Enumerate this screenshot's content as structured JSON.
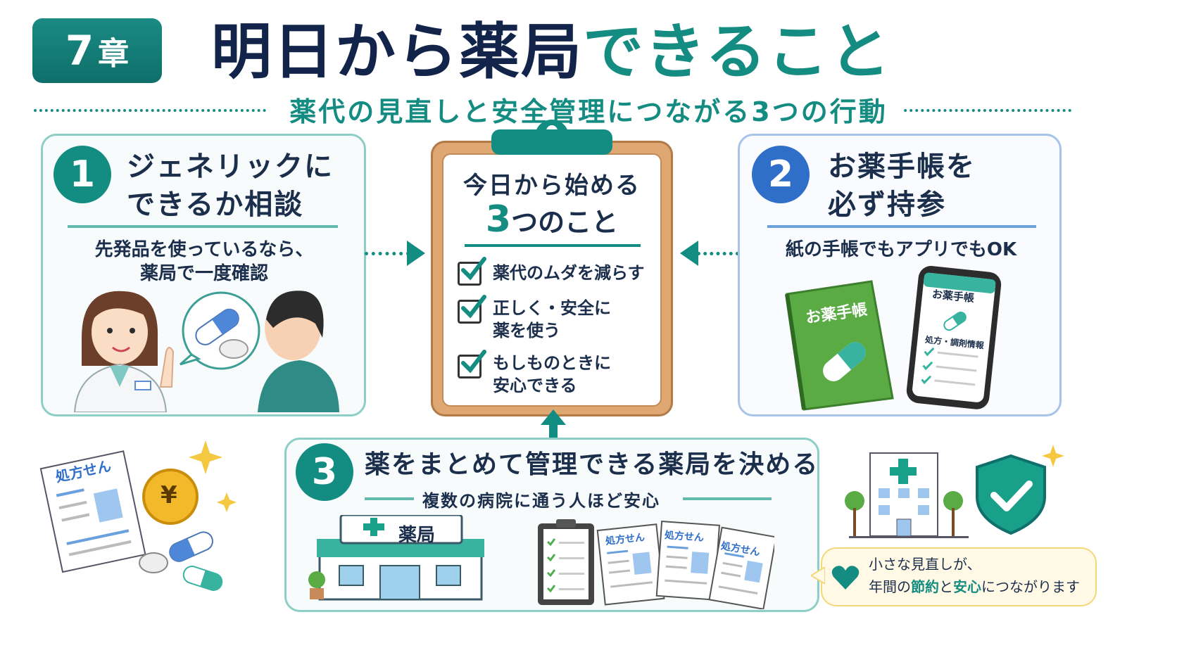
{
  "header": {
    "chapter_number": "7",
    "chapter_unit": "章",
    "title_dark": "明日から薬局",
    "title_teal": "できること",
    "subtitle": "薬代の見直しと安全管理につながる3つの行動"
  },
  "step1": {
    "number": "1",
    "title_line1": "ジェネリックに",
    "title_line2": "できるか相談",
    "text_line1": "先発品を使っているなら、",
    "text_line2": "薬局で一度確認"
  },
  "step2": {
    "number": "2",
    "title_line1": "お薬手帳を",
    "title_line2": "必ず持参",
    "text": "紙の手帳でもアプリでもOK",
    "book_label": "お薬手帳",
    "phone_label": "お薬手帳",
    "phone_sub": "処方・調剤情報"
  },
  "step3": {
    "number": "3",
    "title": "薬をまとめて管理できる薬局を決める",
    "subtitle": "複数の病院に通う人ほど安心",
    "pharmacy_sign": "薬局",
    "rx_label": "処方せん"
  },
  "checklist": {
    "title_line1": "今日から始める",
    "title_num": "3",
    "title_rest": "つのこと",
    "items": [
      {
        "line1": "薬代のムダを減らす",
        "line2": ""
      },
      {
        "line1": "正しく・安全に",
        "line2": "薬を使う"
      },
      {
        "line1": "もしものときに",
        "line2": "安心できる"
      }
    ]
  },
  "left_deco": {
    "rx_label": "処方せん",
    "coin_symbol": "¥"
  },
  "bubble": {
    "line1": "小さな見直しが、",
    "line2_pre": "年間の",
    "line2_hl1": "節約",
    "line2_mid": "と",
    "line2_hl2": "安心",
    "line2_post": "につながります"
  },
  "colors": {
    "teal": "#148c82",
    "navy": "#13244a",
    "blue": "#2f6fc9",
    "green_book": "#5aab44",
    "coin": "#f2b92a"
  }
}
